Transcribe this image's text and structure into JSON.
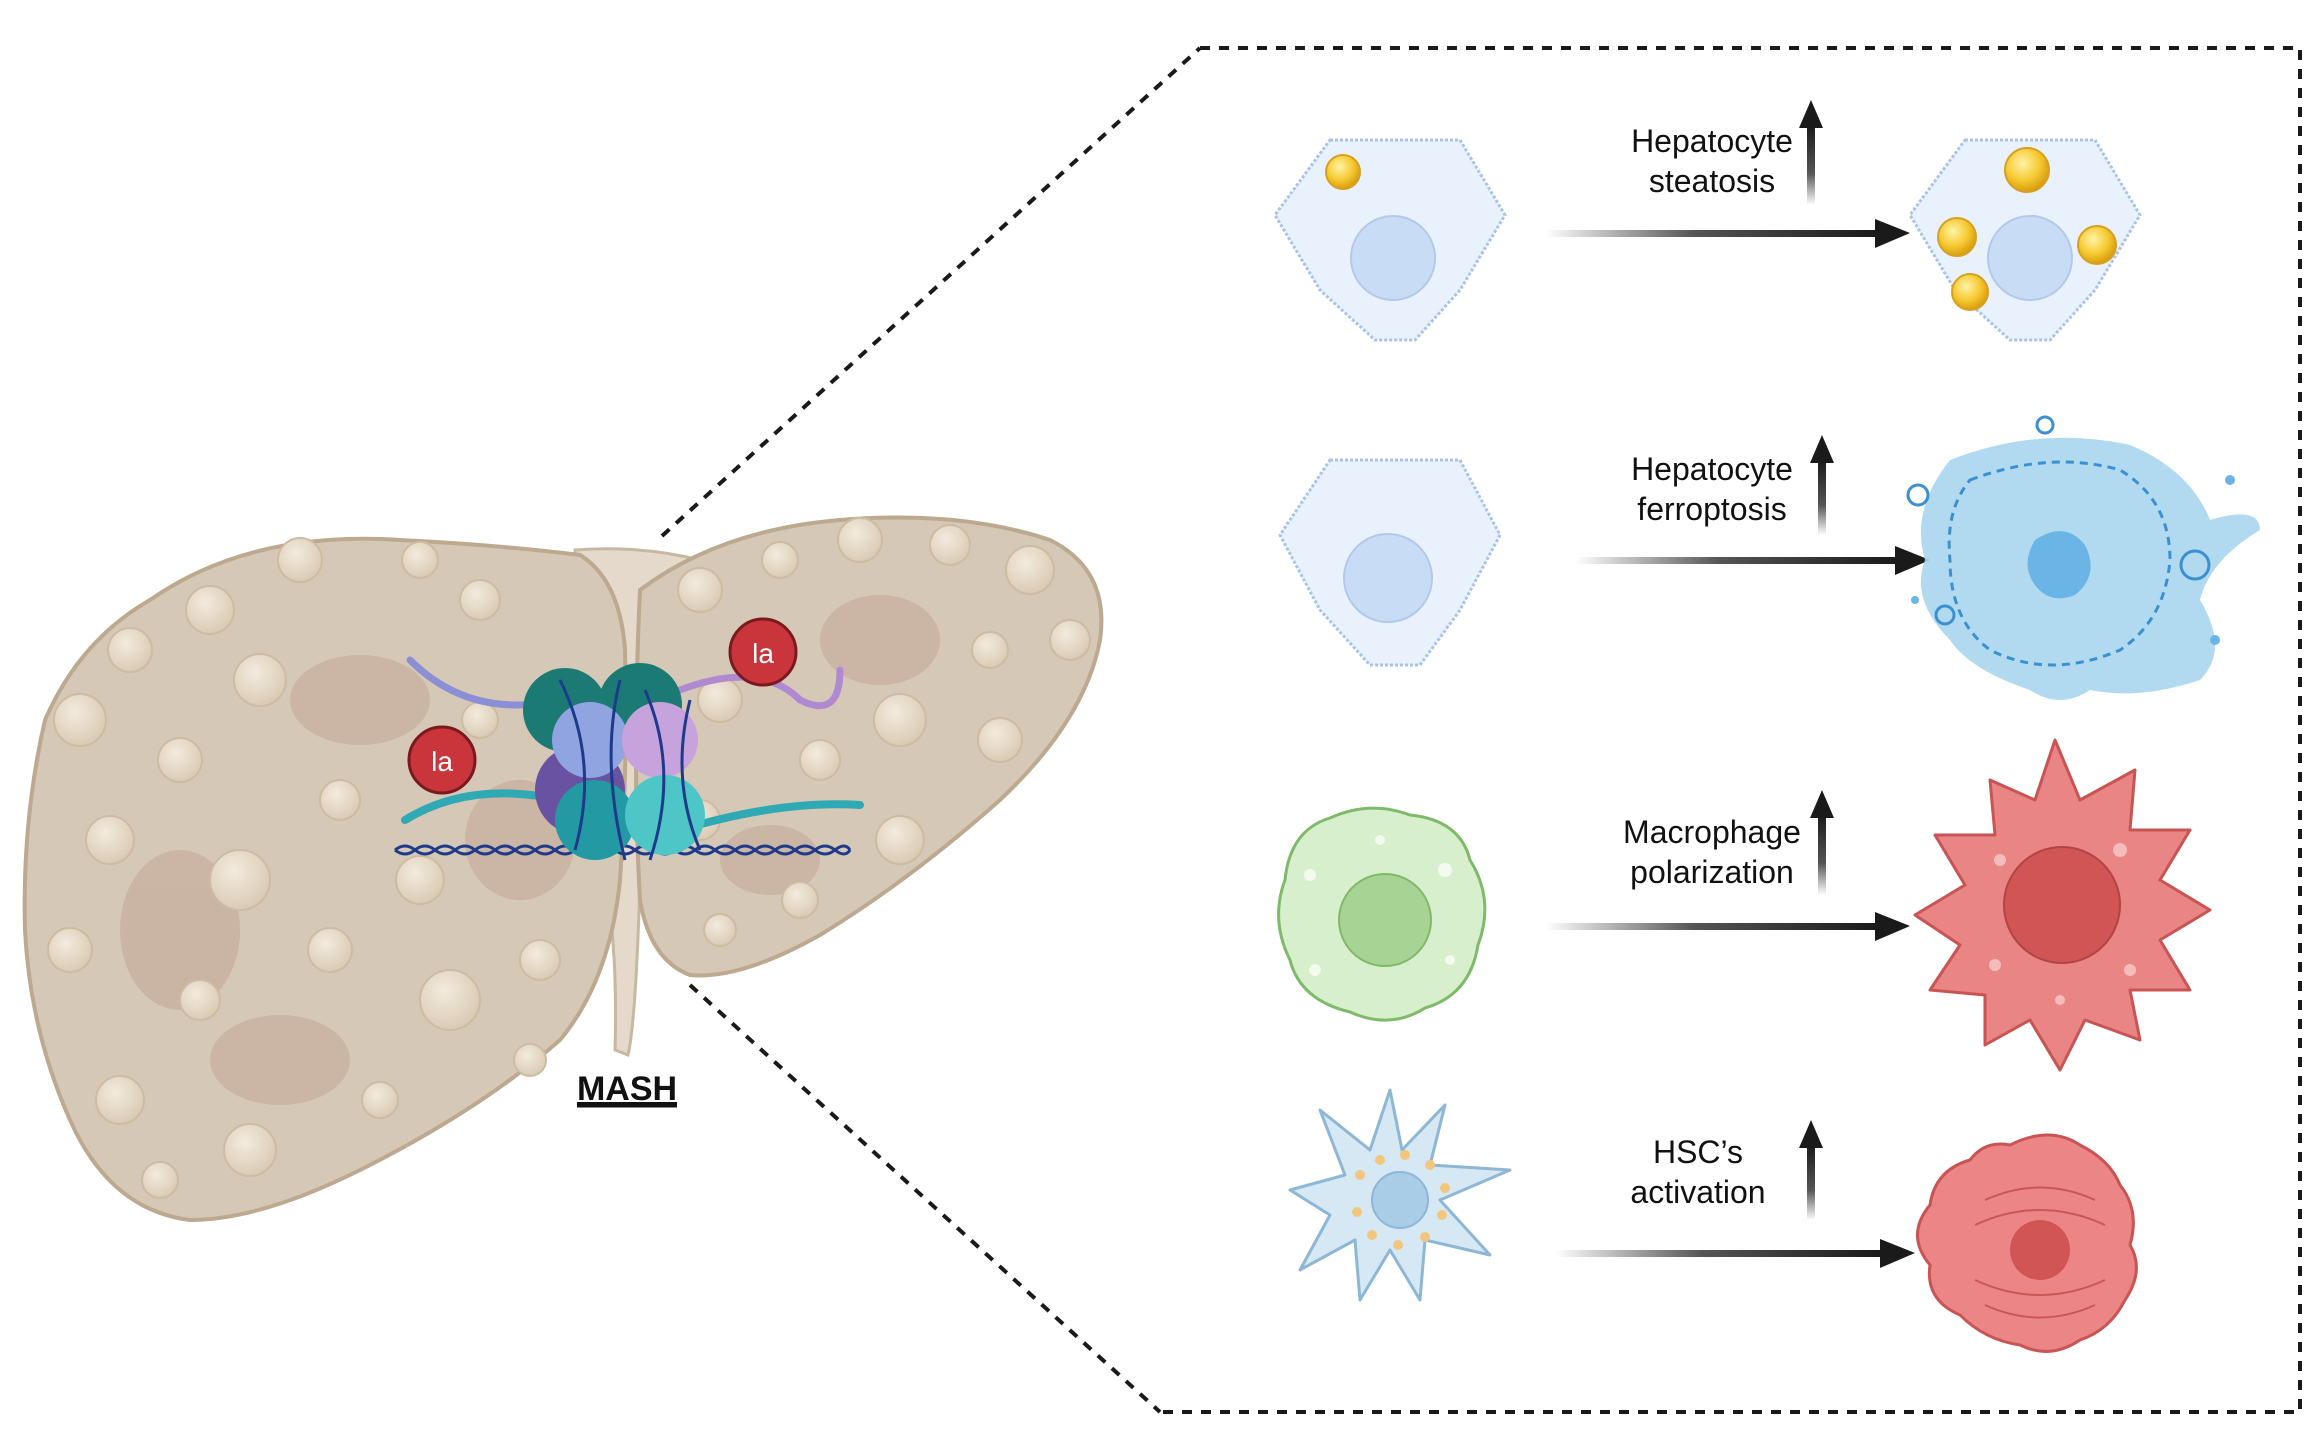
{
  "liver": {
    "label": "MASH",
    "molecule_label": "la"
  },
  "rows": [
    {
      "line1": "Hepatocyte",
      "line2": "steatosis",
      "trend": "up"
    },
    {
      "line1": "Hepatocyte",
      "line2": "ferroptosis",
      "trend": "up"
    },
    {
      "line1": "Macrophage",
      "line2": "polarization",
      "trend": "up"
    },
    {
      "line1": "HSC’s",
      "line2": "activation",
      "trend": "up"
    }
  ],
  "colors": {
    "liver": "#d6c8b6",
    "hepatocyte": "#e9f2fc",
    "nucleus": "#c9dcf5",
    "lipid": "#f4c22a",
    "macrophage_before": "#d8efcd",
    "macrophage_after": "#e98585",
    "hsc_before": "#d6e8f4",
    "hsc_after": "#ec8585",
    "molecule": "#c9353b"
  }
}
